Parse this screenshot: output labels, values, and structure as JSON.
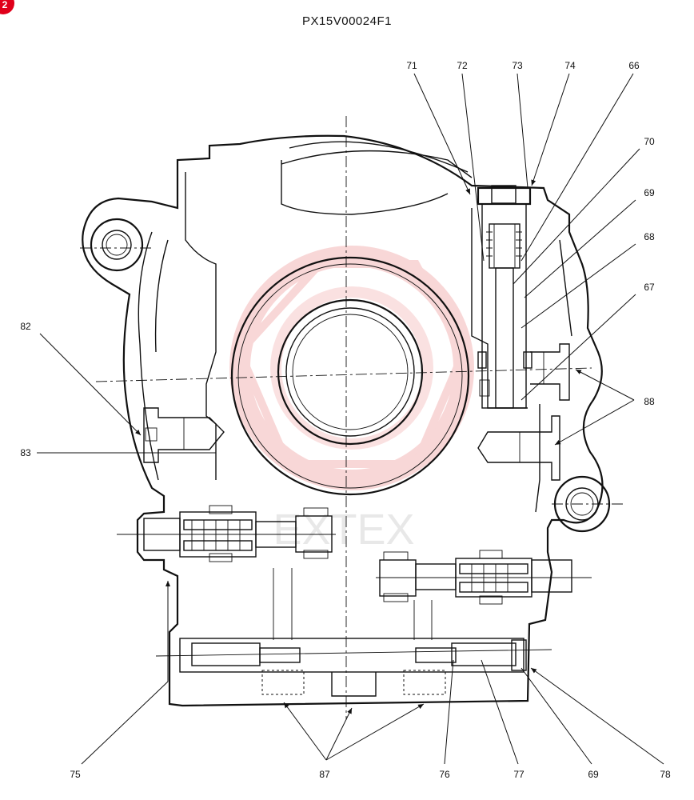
{
  "page": {
    "badge": "2",
    "part_number": "PX15V00024F1",
    "watermark": "EXTEX",
    "colors": {
      "badge": "#e0001a",
      "watermark": "#f0a0a0",
      "line": "#111111"
    }
  },
  "callouts": {
    "c71": "71",
    "c72": "72",
    "c73": "73",
    "c74": "74",
    "c66": "66",
    "c70": "70",
    "c69a": "69",
    "c68": "68",
    "c67": "67",
    "c88": "88",
    "c82": "82",
    "c83": "83",
    "c75": "75",
    "c87": "87",
    "c76": "76",
    "c77": "77",
    "c69b": "69",
    "c78": "78"
  }
}
